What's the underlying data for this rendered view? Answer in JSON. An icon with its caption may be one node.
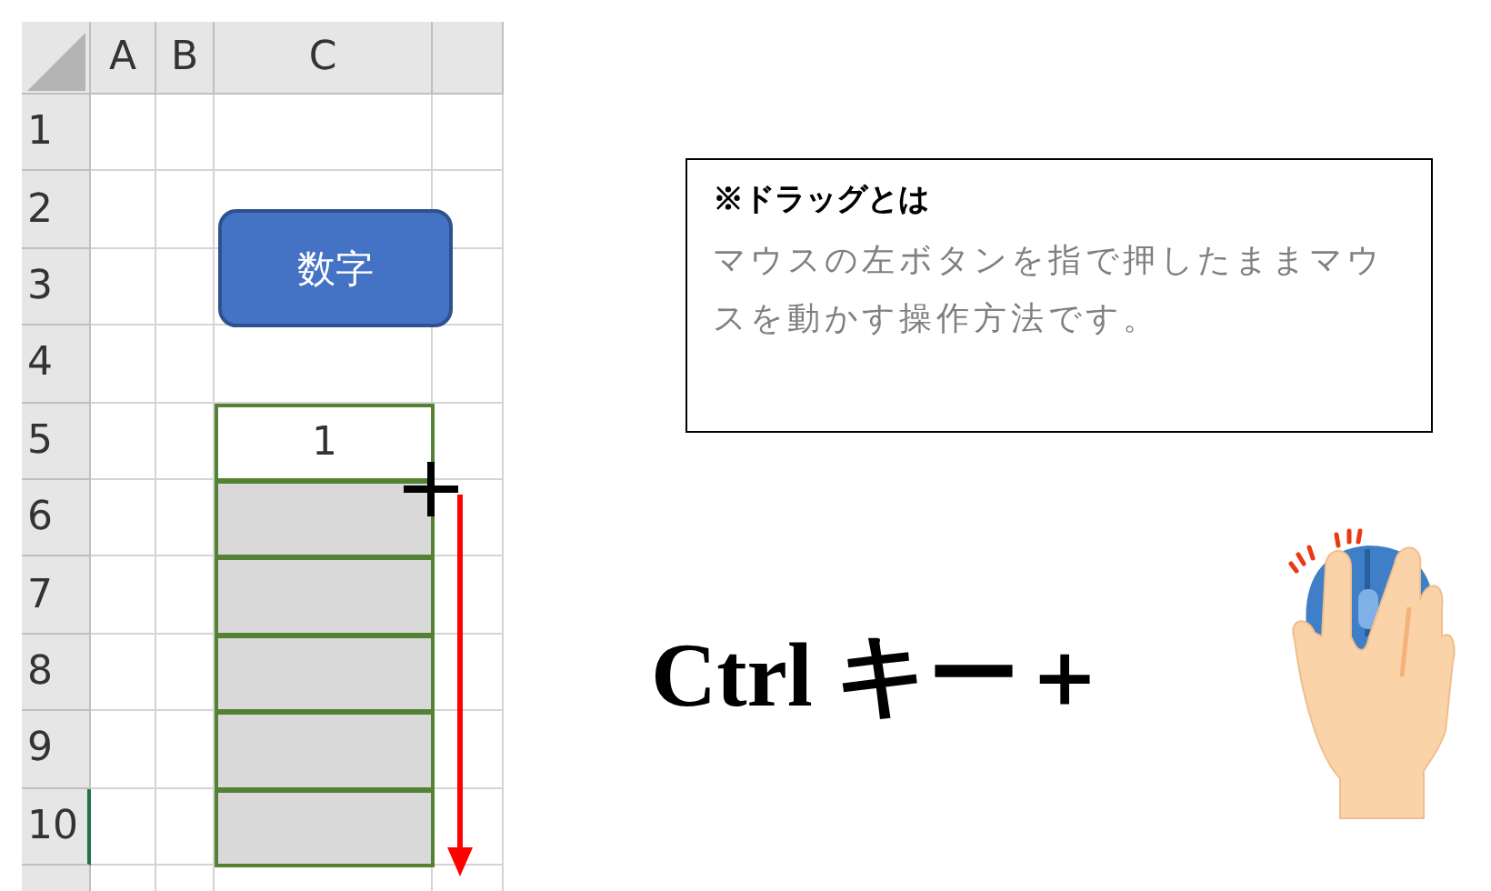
{
  "diagram": {
    "nodes": [
      {
        "text": [
          "数字"
        ]
      },
      {
        "text": [
          "※ドラッグとは",
          "マウスの左ボタンを指で押したままマウスを動かす操作方法です。"
        ]
      }
    ],
    "labels": [
      "A",
      "B",
      "C",
      "1",
      "2",
      "3",
      "4",
      "5",
      "1",
      "6",
      "7",
      "8",
      "9",
      "10",
      "Ctrl キー＋"
    ]
  }
}
